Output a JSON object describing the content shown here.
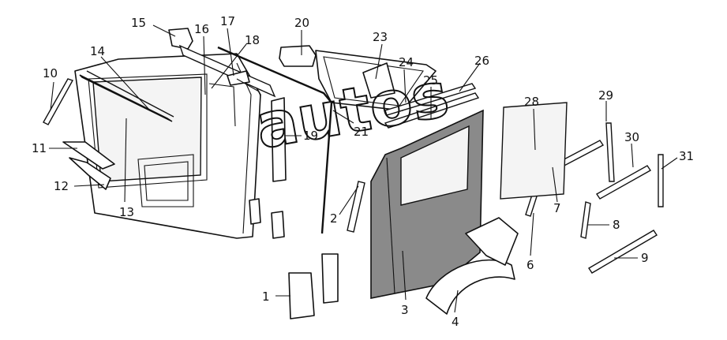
{
  "watermark": "autos",
  "callouts": [
    "1",
    "2",
    "3",
    "4",
    "6",
    "7",
    "8",
    "9",
    "10",
    "11",
    "12",
    "13",
    "14",
    "15",
    "16",
    "17",
    "18",
    "19",
    "20",
    "21",
    "23",
    "24",
    "25",
    "26",
    "28",
    "29",
    "30",
    "31"
  ]
}
